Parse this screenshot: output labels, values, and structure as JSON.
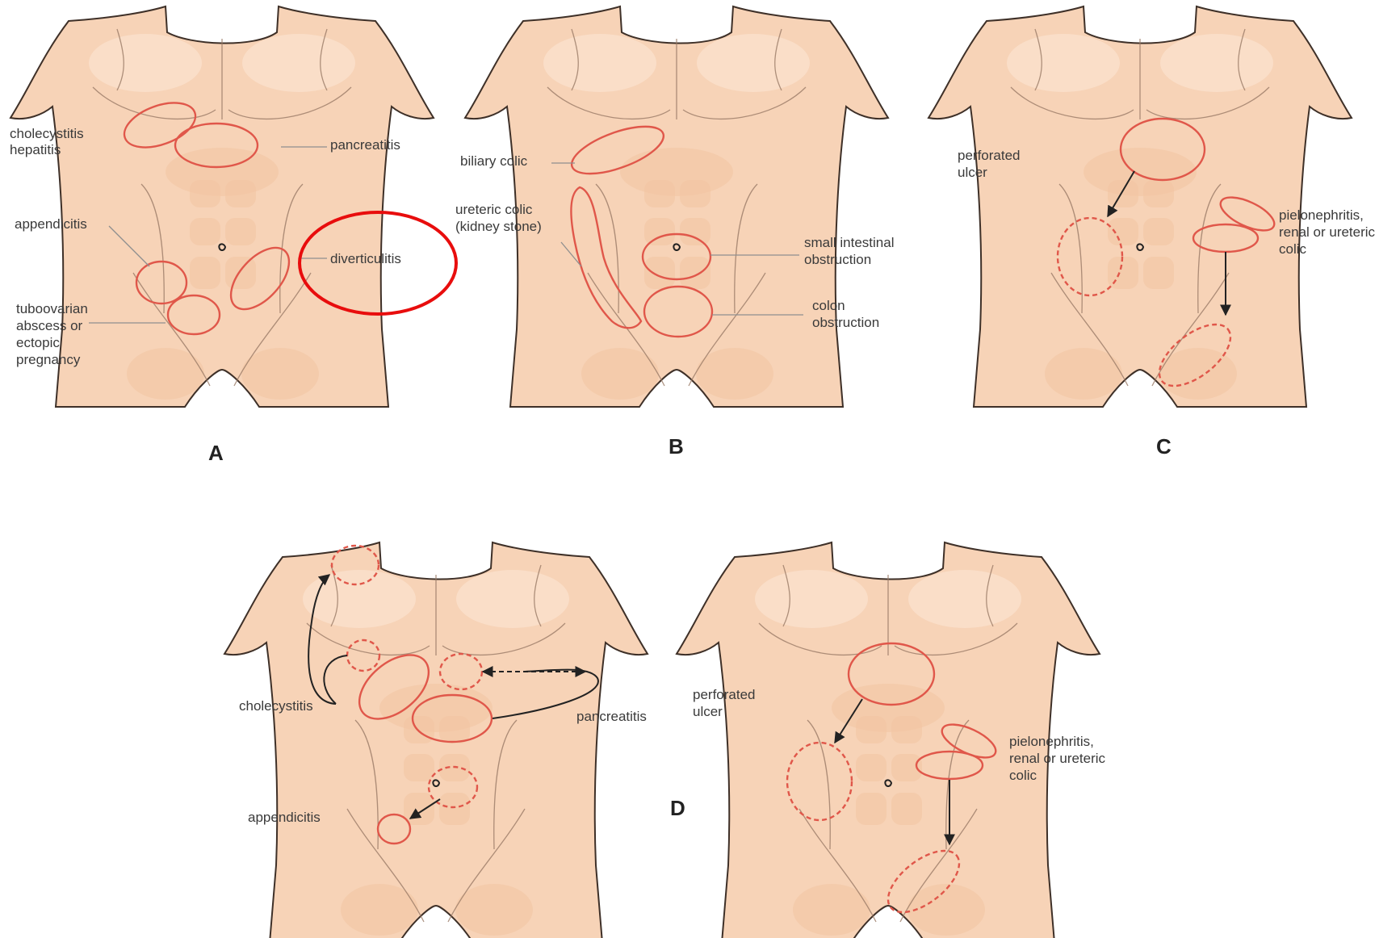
{
  "panels": {
    "A": {
      "letter": "A",
      "labels": {
        "cholecystitis": "cholecystitis",
        "hepatitis": "hepatitis",
        "pancreatitis": "pancreatitis",
        "appendicitis": "appendicitis",
        "diverticulitis": "diverticulitis",
        "tubo1": "tuboovarian",
        "tubo2": "abscess or",
        "tubo3": "ectopic",
        "tubo4": "pregnancy"
      }
    },
    "B": {
      "letter": "B",
      "labels": {
        "biliary": "biliary colic",
        "ureteric1": "ureteric colic",
        "ureteric2": "(kidney stone)",
        "small1": "small intestinal",
        "small2": "obstruction",
        "colon1": "colon",
        "colon2": "obstruction"
      }
    },
    "C": {
      "letter": "C",
      "labels": {
        "perf1": "perforated",
        "perf2": "ulcer",
        "pyelo1": "pielonephritis,",
        "pyelo2": "renal or ureteric",
        "pyelo3": "colic"
      }
    },
    "D": {
      "letter": "D",
      "labels": {
        "cholecystitis": "cholecystitis",
        "pancreatitis": "pancreatitis",
        "appendicitis": "appendicitis",
        "perf1": "perforated",
        "perf2": "ulcer",
        "pyelo1": "pielonephritis,",
        "pyelo2": "renal or ureteric",
        "pyelo3": "colic"
      }
    }
  },
  "colors": {
    "skin": "#f7d3b7",
    "zone": "#e0574a",
    "highlight_callout": "#e80d0d"
  }
}
